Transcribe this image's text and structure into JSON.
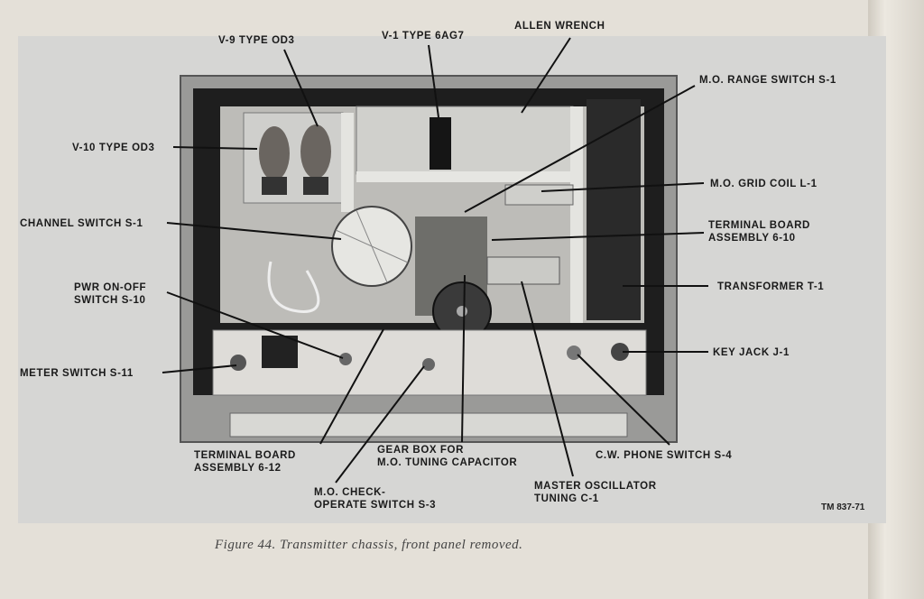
{
  "figure": {
    "labels": {
      "v9": "V-9 TYPE OD3",
      "v1": "V-1 TYPE 6AG7",
      "allen": "ALLEN WRENCH",
      "mo_range": "M.O. RANGE SWITCH S-1",
      "v10": "V-10 TYPE OD3",
      "mo_grid": "M.O. GRID COIL L-1",
      "channel": "CHANNEL SWITCH S-1",
      "tb610_1": "TERMINAL BOARD",
      "tb610_2": "ASSEMBLY 6-10",
      "pwr_1": "PWR ON-OFF",
      "pwr_2": "SWITCH S-10",
      "transformer": "TRANSFORMER T-1",
      "meter": "METER SWITCH S-11",
      "keyjack": "KEY JACK J-1",
      "tb612_1": "TERMINAL BOARD",
      "tb612_2": "ASSEMBLY 6-12",
      "gear_1": "GEAR BOX FOR",
      "gear_2": "M.O. TUNING CAPACITOR",
      "cw": "C.W. PHONE SWITCH S-4",
      "mocheck_1": "M.O. CHECK-",
      "mocheck_2": "OPERATE SWITCH S-3",
      "master_1": "MASTER OSCILLATOR",
      "master_2": "TUNING C-1"
    },
    "figure_number": "TM 837-71",
    "caption": "Figure 44.  Transmitter chassis, front panel removed."
  }
}
